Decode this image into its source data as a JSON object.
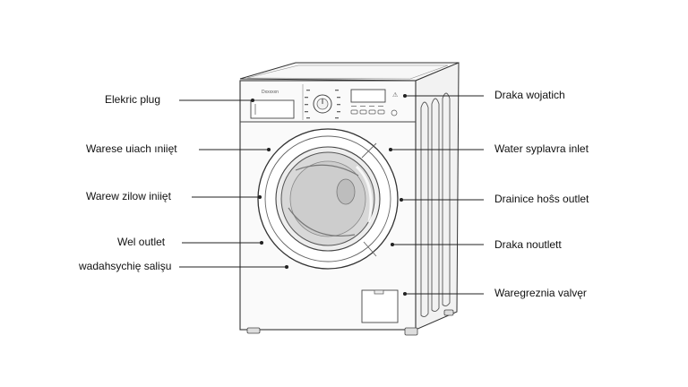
{
  "machine": {
    "brand_text": "Dxxxxxn"
  },
  "labels": {
    "left": [
      "Elekric plug",
      "Warese uiach ıniięt",
      "Warew zilow iniięt",
      "Wel outlet",
      "wadahsychię salişu"
    ],
    "right": [
      "Draka wojatich",
      "Water syplavra inlet",
      "Drainice hoŝs outlet",
      "Draka noutlett",
      "Waregreznia valvęr"
    ]
  }
}
